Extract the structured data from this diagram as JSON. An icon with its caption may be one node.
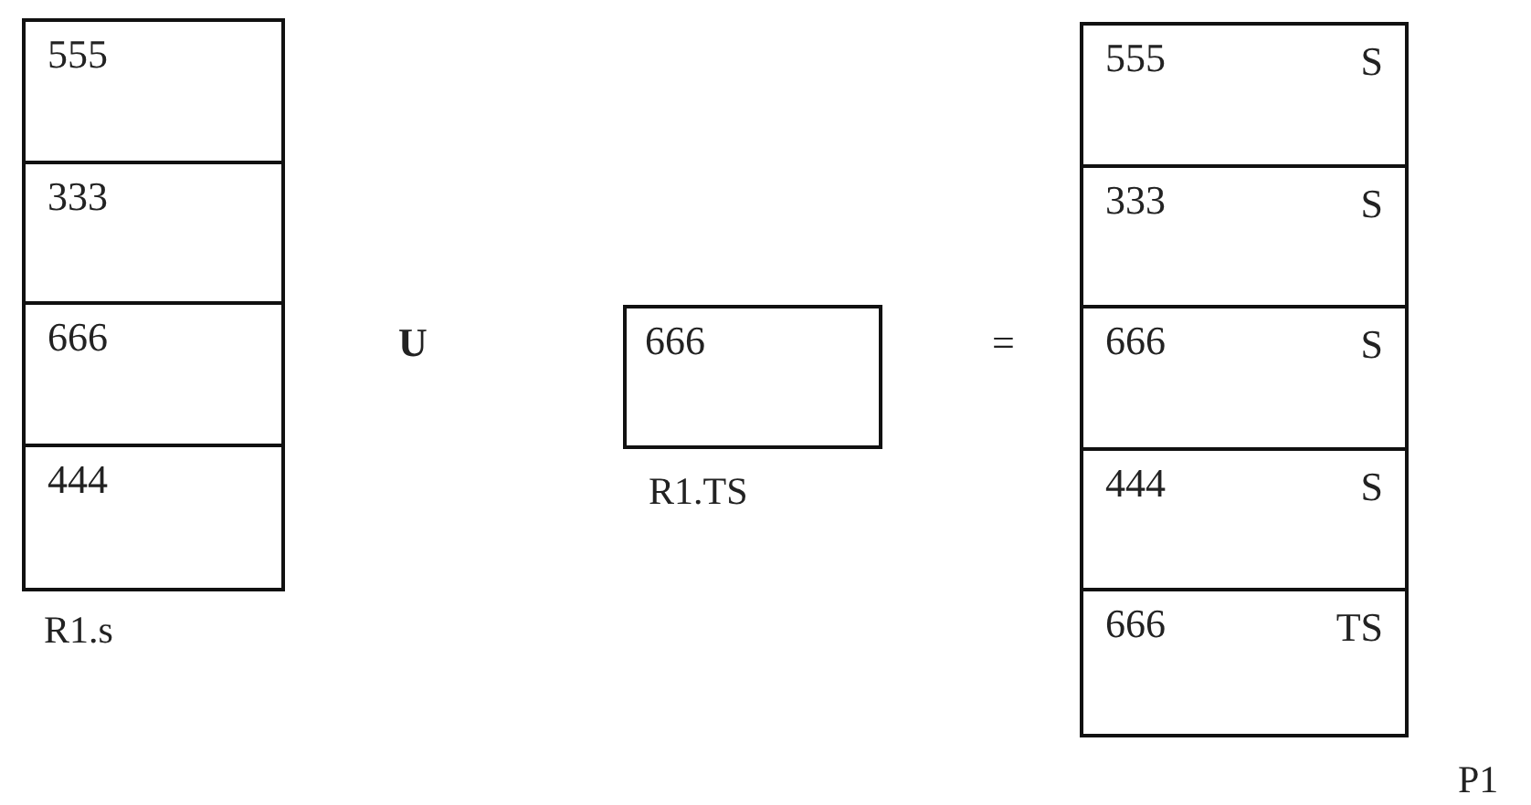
{
  "diagram": {
    "nodes": [
      {
        "text": [
          "R1.s"
        ]
      },
      {
        "text": [
          "555"
        ],
        "in": 0
      },
      {
        "text": [
          "333"
        ],
        "in": 0
      },
      {
        "text": [
          "666"
        ],
        "in": 0
      },
      {
        "text": [
          "444"
        ],
        "in": 0
      },
      {
        "text": [
          "666"
        ],
        "beside": [
          "R1.TS"
        ]
      },
      {
        "text": [
          "P1"
        ]
      },
      {
        "text": [
          "555",
          "S"
        ],
        "in": 6
      },
      {
        "text": [
          "333",
          "S"
        ],
        "in": 6
      },
      {
        "text": [
          "666",
          "S"
        ],
        "in": 6
      },
      {
        "text": [
          "444",
          "S"
        ],
        "in": 6
      },
      {
        "text": [
          "666",
          "TS"
        ],
        "in": 6
      }
    ],
    "edges": [],
    "labels": [
      "U",
      "="
    ]
  }
}
